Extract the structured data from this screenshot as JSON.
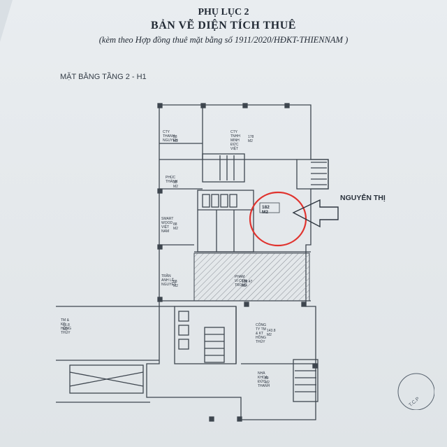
{
  "header": {
    "appendix": "PHỤ LỤC 2",
    "title": "BẢN VẼ DIỆN TÍCH THUÊ",
    "subtitle": "(kèm theo Hợp đồng thuê mặt bằng số 1911/2020/HĐKT-THIENNAM )"
  },
  "floor_label": "MẶT BẰNG TẦNG 2 - H1",
  "annotation": {
    "tenant_name": "NGUYỄN THỊ",
    "area": "182 M2",
    "highlight_color": "#e0332e"
  },
  "units": {
    "u1": {
      "name": "CTY THANH NGUYEN",
      "area": "88 M2"
    },
    "u2": {
      "name": "CTY TNHH MINH ĐỨC VIỆT",
      "area": "178 M2"
    },
    "u3": {
      "name": "PHÚC THÀNH",
      "area": "38 M2"
    },
    "u4": {
      "name": "SMART WOOD VIỆT NAM",
      "area": "88 M2"
    },
    "u5": {
      "name": "TRẦN ANH LÊ NGUYỄT",
      "area": "88 M2"
    },
    "u6": {
      "name": "PHẠM VI CON TRONG",
      "area": "198.47 M2"
    },
    "u7": {
      "name": "CÔNG TY TM & KT HỒNG THỦY",
      "area": "143.8 M2"
    },
    "u8": {
      "name": "TM & KT HỒNG THỦY",
      "area": "66.8 M2"
    },
    "u9": {
      "name": "NHÀ KHOA ĐỨC THANH",
      "area": "60 M2"
    }
  },
  "stamp_text": "T.C.P",
  "colors": {
    "line": "#3e464f",
    "hatch": "#8b9097",
    "text": "#222a35"
  }
}
